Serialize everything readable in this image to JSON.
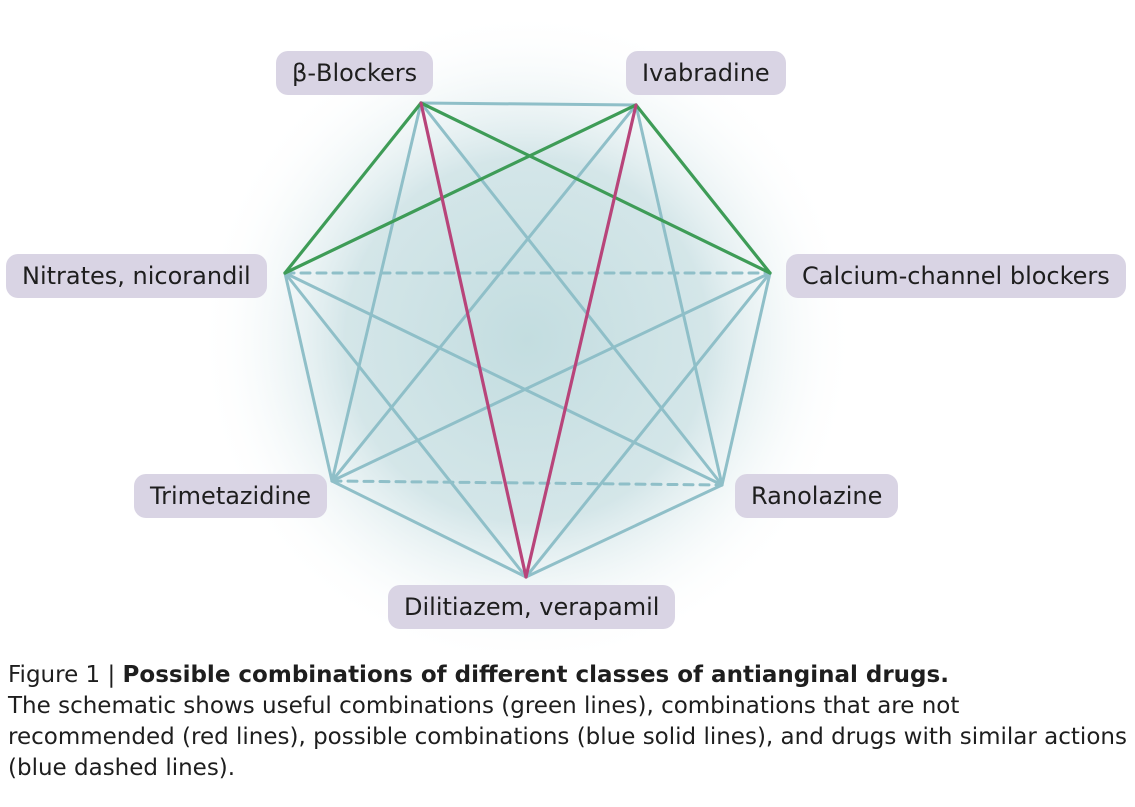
{
  "nodes": [
    {
      "id": "bb",
      "label": "β-Blockers"
    },
    {
      "id": "iv",
      "label": "Ivabradine"
    },
    {
      "id": "ni",
      "label": "Nitrates, nicorandil"
    },
    {
      "id": "cc",
      "label": "Calcium-channel blockers"
    },
    {
      "id": "tm",
      "label": "Trimetazidine"
    },
    {
      "id": "rn",
      "label": "Ranolazine"
    },
    {
      "id": "dv",
      "label": "Dilitiazem, verapamil"
    }
  ],
  "edges": [
    {
      "from": "bb",
      "to": "ni",
      "kind": "useful"
    },
    {
      "from": "bb",
      "to": "cc",
      "kind": "useful"
    },
    {
      "from": "iv",
      "to": "ni",
      "kind": "useful"
    },
    {
      "from": "iv",
      "to": "cc",
      "kind": "useful"
    },
    {
      "from": "bb",
      "to": "dv",
      "kind": "not-recommended"
    },
    {
      "from": "iv",
      "to": "dv",
      "kind": "not-recommended"
    },
    {
      "from": "ni",
      "to": "cc",
      "kind": "similar"
    },
    {
      "from": "tm",
      "to": "rn",
      "kind": "similar"
    },
    {
      "from": "bb",
      "to": "iv",
      "kind": "possible"
    },
    {
      "from": "bb",
      "to": "tm",
      "kind": "possible"
    },
    {
      "from": "bb",
      "to": "rn",
      "kind": "possible"
    },
    {
      "from": "iv",
      "to": "tm",
      "kind": "possible"
    },
    {
      "from": "iv",
      "to": "rn",
      "kind": "possible"
    },
    {
      "from": "ni",
      "to": "tm",
      "kind": "possible"
    },
    {
      "from": "ni",
      "to": "rn",
      "kind": "possible"
    },
    {
      "from": "ni",
      "to": "dv",
      "kind": "possible"
    },
    {
      "from": "cc",
      "to": "tm",
      "kind": "possible"
    },
    {
      "from": "cc",
      "to": "rn",
      "kind": "possible"
    },
    {
      "from": "cc",
      "to": "dv",
      "kind": "possible"
    },
    {
      "from": "tm",
      "to": "dv",
      "kind": "possible"
    },
    {
      "from": "rn",
      "to": "dv",
      "kind": "possible"
    }
  ],
  "colors": {
    "useful": "#3e9c57",
    "not-recommended": "#b8447a",
    "possible": "#8fbfc8",
    "similar": "#8fbfc8",
    "label_bg": "#d9d4e4",
    "glow": "#c3dde0"
  },
  "caption": {
    "figure": "Figure 1",
    "title": "Possible combinations of different classes of antianginal drugs.",
    "body": "The schematic shows useful combinations (green lines), combinations that are not recommended (red lines), possible combinations (blue solid lines), and drugs with similar actions (blue dashed lines)."
  }
}
